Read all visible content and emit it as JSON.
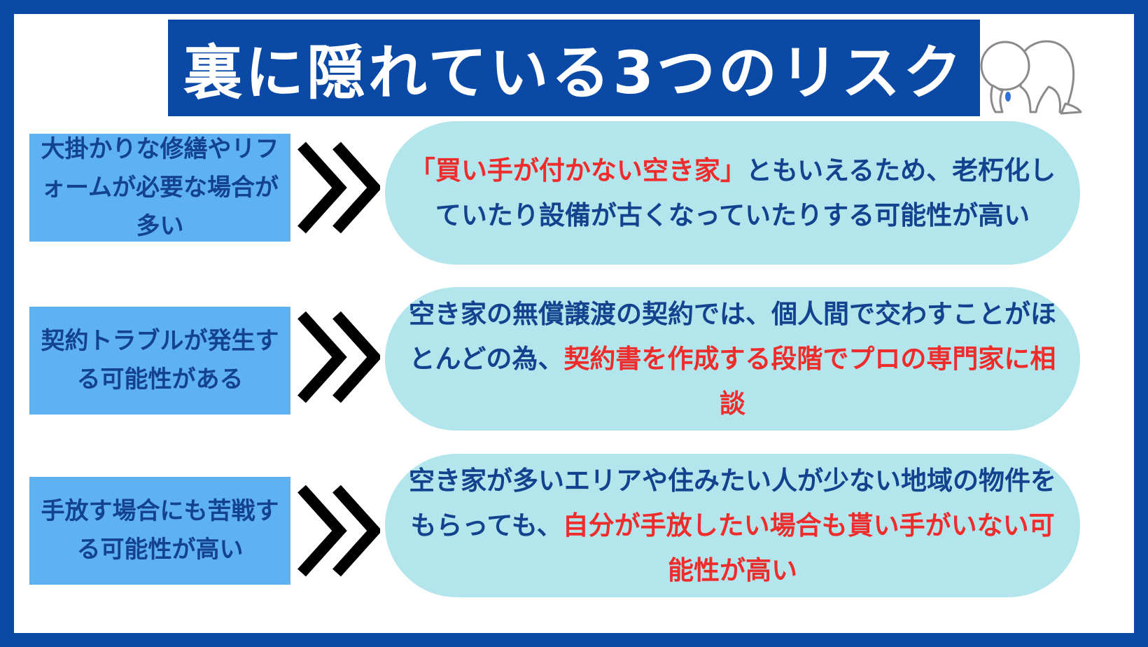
{
  "title": "裏に隠れている3つのリスク",
  "colors": {
    "frame": "#0a4aa6",
    "title_bg": "#0a4aa6",
    "label_bg": "#5fb2f2",
    "pill_bg": "#b3e6ec",
    "navy_text": "#13438f",
    "red_text": "#ef2c2c",
    "chevron": "#000000"
  },
  "mascot_icon": "crying-figure-on-knees-icon",
  "rows": [
    {
      "label": "大掛かりな修繕やリフォームが必要な場合が多い",
      "desc_parts": [
        {
          "text": "「買い手が付かない空き家」",
          "style": "red"
        },
        {
          "text": "ともいえるため、老朽化していたり設備が古くなっていたりする可能性が高い",
          "style": "navy"
        }
      ]
    },
    {
      "label": "契約トラブルが発生する可能性がある",
      "desc_parts": [
        {
          "text": "空き家の無償譲渡の契約では、個人間で交わすことがほとんどの為、",
          "style": "navy"
        },
        {
          "text": "契約書を作成する段階でプロの専門家に相談",
          "style": "red"
        }
      ]
    },
    {
      "label": "手放す場合にも苦戦する可能性が高い",
      "desc_parts": [
        {
          "text": "空き家が多いエリアや住みたい人が少ない地域の物件をもらっても、",
          "style": "navy"
        },
        {
          "text": "自分が手放したい場合も貰い手がいない可能性が高い",
          "style": "red"
        }
      ]
    }
  ]
}
